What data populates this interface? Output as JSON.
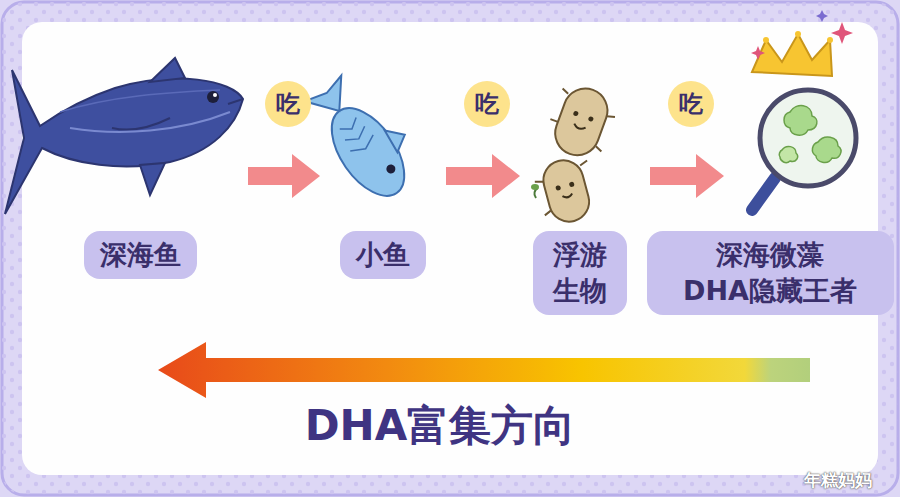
{
  "diagram": {
    "nodes": [
      {
        "text": [
          "深海鱼"
        ]
      },
      {
        "text": [
          "小鱼"
        ]
      },
      {
        "text": [
          "浮游 生物"
        ]
      },
      {
        "text": [
          "深海微藻 DHA隐藏王者"
        ]
      }
    ],
    "edges": [
      {
        "from": 0,
        "to": 1,
        "label": "吃",
        "arrow": "to"
      },
      {
        "from": 1,
        "to": 2,
        "label": "吃",
        "arrow": "to"
      },
      {
        "from": 2,
        "to": 3,
        "label": "吃",
        "arrow": "to"
      }
    ],
    "labels": [
      "DHA富集方向",
      "年糕妈妈"
    ]
  }
}
